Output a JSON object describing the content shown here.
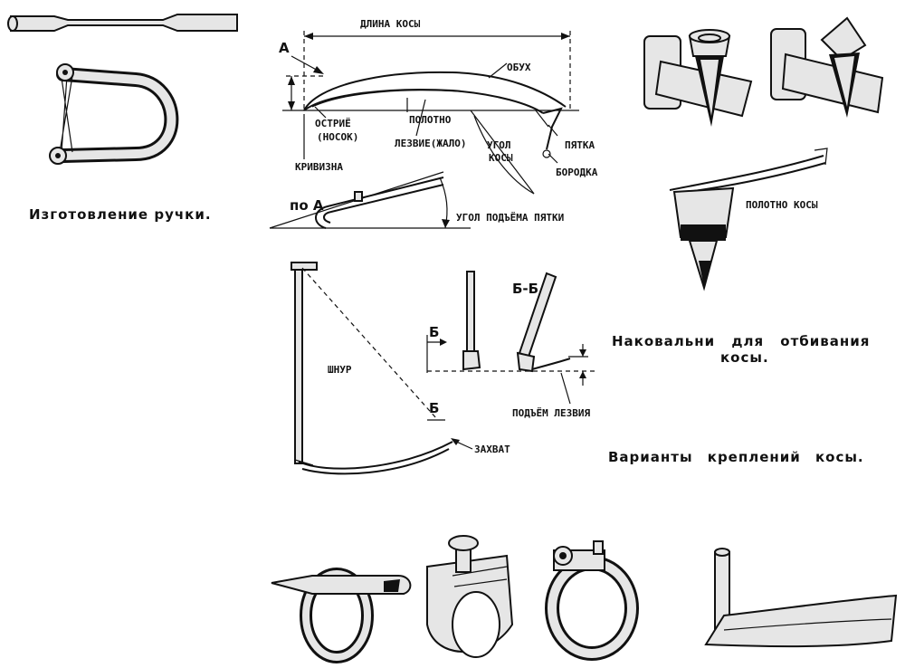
{
  "captions": {
    "handle": "Изготовление ручки.",
    "anvils_line1": "Наковальни для отбивания",
    "anvils_line2": "косы.",
    "mounts": "Варианты креплений косы."
  },
  "labels": {
    "scythe_length": "ДЛИНА КОСЫ",
    "point_a": "А",
    "butt": "ОБУХ",
    "tip": "ОСТРИЁ",
    "tip_nose": "(НОСОК)",
    "blade_web": "ПОЛОТНО",
    "edge": "ЛЕЗВИЕ(ЖАЛО)",
    "scythe_angle_1": "УГОЛ",
    "scythe_angle_2": "КОСЫ",
    "heel": "ПЯТКА",
    "tang": "БОРОДКА",
    "curvature": "КРИВИЗНА",
    "view_a": "по А",
    "heel_lift_angle": "УГОЛ ПОДЪЁМА ПЯТКИ",
    "cord": "ШНУР",
    "section_b_top": "Б",
    "section_b_bottom": "Б",
    "section_bb": "Б-Б",
    "grip": "ЗАХВАТ",
    "edge_lift": "ПОДЪЁМ ЛЕЗВИЯ",
    "scythe_web": "ПОЛОТНО КОСЫ"
  }
}
